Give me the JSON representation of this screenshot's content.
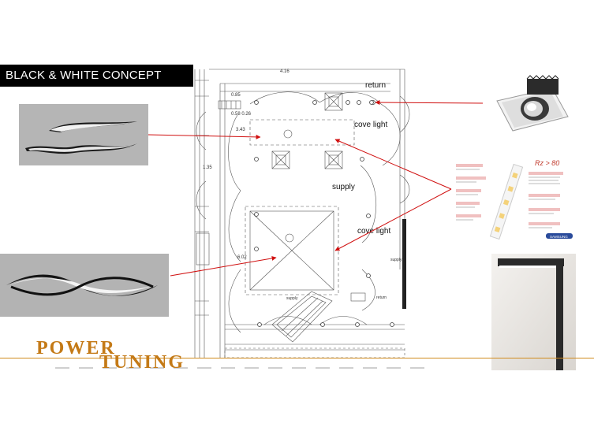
{
  "slide": {
    "title": "BLACK & WHITE CONCEPT"
  },
  "plan": {
    "labels": {
      "return_top": "return",
      "cove_light_top": "cove light",
      "supply_mid": "supply",
      "cove_light_bottom": "cove light",
      "supply_right": "supply",
      "supply_bottom": "supply",
      "return_bottom": "return"
    },
    "dimensions": {
      "d1": "0.85",
      "d2": "0.58 0.26",
      "d3": "3.43",
      "d4": "1.35",
      "d5": "6.02",
      "d6": "4.16"
    }
  },
  "product_sheet": {
    "heading": "Rz > 80",
    "brand": "SAMSUNG"
  },
  "logo": {
    "line1": "POWER",
    "line2": "TUNING"
  },
  "colors": {
    "title_bg": "#000000",
    "title_fg": "#ffffff",
    "arrow": "#d01010",
    "logo": "#c47a17",
    "rule": "#d08b1e"
  }
}
